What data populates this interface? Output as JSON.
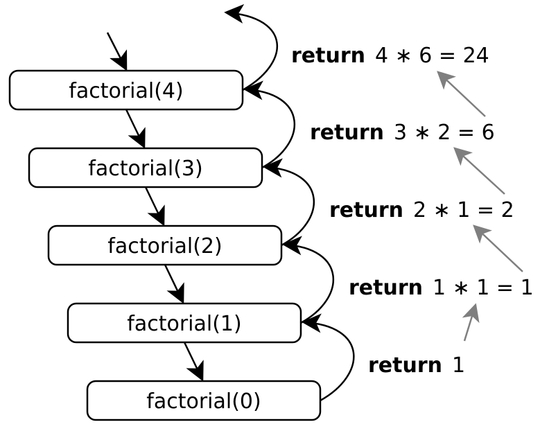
{
  "calls": [
    {
      "label": "factorial(4)"
    },
    {
      "label": "factorial(3)"
    },
    {
      "label": "factorial(2)"
    },
    {
      "label": "factorial(1)"
    },
    {
      "label": "factorial(0)"
    }
  ],
  "returns": [
    {
      "keyword": "return",
      "expression": "4 ∗ 6 = 24"
    },
    {
      "keyword": "return",
      "expression": "3 ∗ 2 = 6"
    },
    {
      "keyword": "return",
      "expression": "2 ∗ 1 = 2"
    },
    {
      "keyword": "return",
      "expression": "1 ∗ 1 = 1"
    },
    {
      "keyword": "return",
      "expression": "1"
    }
  ],
  "colors": {
    "call_arrow": "#000000",
    "return_arrow": "#000000",
    "value_arrow": "#7f7f7f",
    "box_stroke": "#000000"
  }
}
